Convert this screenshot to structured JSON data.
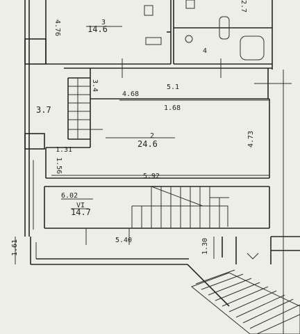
{
  "rooms": [
    {
      "number": "3",
      "area": "14.6"
    },
    {
      "number": "4",
      "area": ""
    },
    {
      "number": "5.1",
      "area": ""
    },
    {
      "number": "2",
      "area": "24.6"
    },
    {
      "number": "VI",
      "area": "14.7"
    }
  ],
  "dimensions": {
    "d_476": "4.76",
    "d_27": "2.7",
    "d_34": "3.4",
    "d_468": "4.68",
    "d_168": "1.68",
    "d_37": "3.7",
    "d_473": "4.73",
    "d_131": "1.31",
    "d_156": "1.56",
    "d_592": "5.92",
    "d_602": "6.02",
    "d_540": "5.40",
    "d_161": "1.61",
    "d_130": "1.30"
  }
}
